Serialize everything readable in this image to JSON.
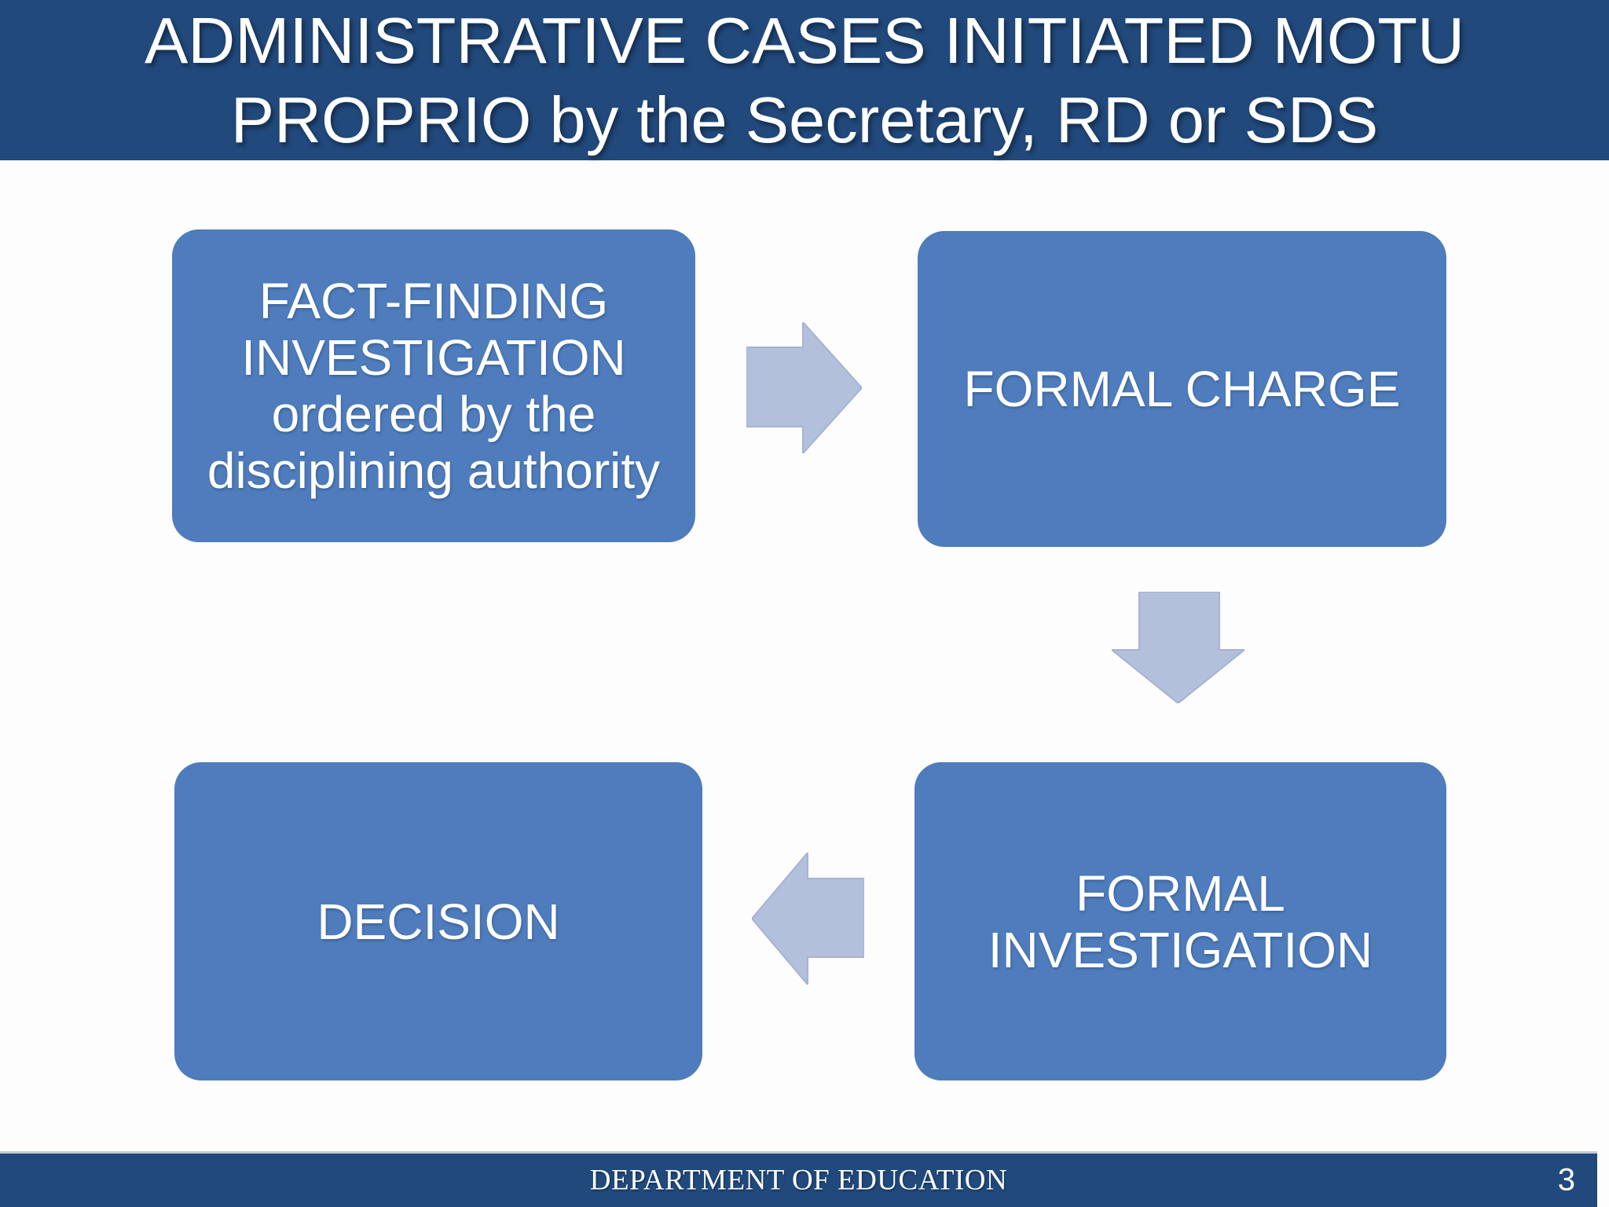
{
  "slide": {
    "title_line1": "ADMINISTRATIVE CASES INITIATED MOTU",
    "title_line2": "PROPRIO by the Secretary, RD or SDS",
    "footer_text": "DEPARTMENT OF EDUCATION",
    "page_number": "3"
  },
  "diagram": {
    "type": "flowchart",
    "nodes": [
      {
        "id": "fact-finding-investigation",
        "lines": [
          "FACT-FINDING",
          "INVESTIGATION",
          "ordered by the",
          "disciplining authority"
        ]
      },
      {
        "id": "formal-charge",
        "lines": [
          "FORMAL CHARGE"
        ]
      },
      {
        "id": "formal-investigation",
        "lines": [
          "FORMAL",
          "INVESTIGATION"
        ]
      },
      {
        "id": "decision",
        "lines": [
          "DECISION"
        ]
      }
    ],
    "flow_order": [
      "fact-finding-investigation",
      "formal-charge",
      "formal-investigation",
      "decision"
    ],
    "arrow_icons": [
      "arrow-right-icon",
      "arrow-down-icon",
      "arrow-left-icon"
    ]
  },
  "colors": {
    "band_blue": "#21497C",
    "node_blue": "#4E7CBC",
    "arrow_fill": "#B3C0DC",
    "arrow_edge": "#A6B3D2",
    "footer_divider": "#C3CBD4",
    "text": "#FFFFFF",
    "background": "#FDFDFD"
  }
}
